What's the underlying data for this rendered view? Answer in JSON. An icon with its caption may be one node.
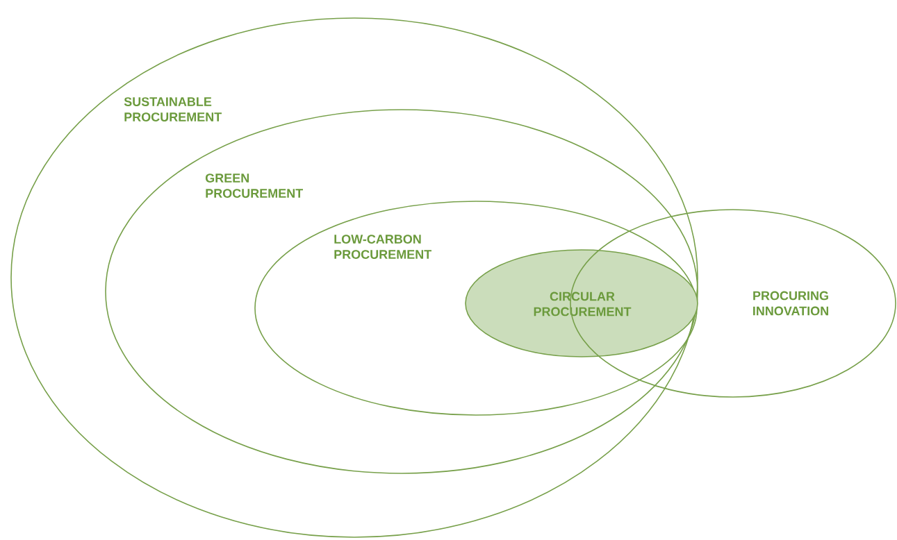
{
  "diagram": {
    "nodes": [
      {
        "text": [
          "SUSTAINABLE PROCUREMENT"
        ]
      },
      {
        "text": [
          "GREEN PROCUREMENT"
        ],
        "in": 0
      },
      {
        "text": [
          "LOW-CARBON PROCUREMENT"
        ],
        "in": 1
      },
      {
        "text": [
          "CIRCULAR PROCUREMENT"
        ],
        "in": 2
      },
      {
        "text": [
          "PROCURING INNOVATION"
        ]
      }
    ]
  }
}
